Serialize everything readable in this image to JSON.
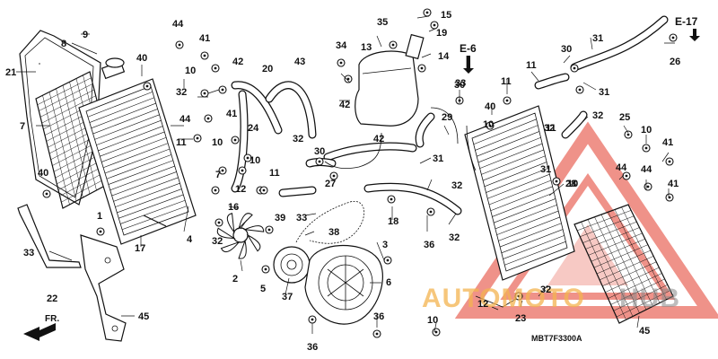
{
  "diagram": {
    "section_refs": [
      "E-17",
      "E-6"
    ],
    "drawing_code": "MBT7F3300A",
    "direction_label": "FR.",
    "watermark": {
      "part_a": "AUTOMOTO",
      "part_b": "HUB"
    },
    "callouts": [
      {
        "id": "c15",
        "text": "15"
      },
      {
        "id": "c35",
        "text": "35"
      },
      {
        "id": "c19",
        "text": "19"
      },
      {
        "id": "c44a",
        "text": "44"
      },
      {
        "id": "c9",
        "text": "9"
      },
      {
        "id": "c8",
        "text": "8"
      },
      {
        "id": "c21",
        "text": "21"
      },
      {
        "id": "c41a",
        "text": "41"
      },
      {
        "id": "c40a",
        "text": "40"
      },
      {
        "id": "c10a",
        "text": "10"
      },
      {
        "id": "c42a",
        "text": "42"
      },
      {
        "id": "c20",
        "text": "20"
      },
      {
        "id": "c43",
        "text": "43"
      },
      {
        "id": "c34",
        "text": "34"
      },
      {
        "id": "c13",
        "text": "13"
      },
      {
        "id": "c14",
        "text": "14"
      },
      {
        "id": "c32a",
        "text": "32"
      },
      {
        "id": "c7a",
        "text": "7"
      },
      {
        "id": "c44b",
        "text": "44"
      },
      {
        "id": "c41b",
        "text": "41"
      },
      {
        "id": "c24",
        "text": "24"
      },
      {
        "id": "c42b",
        "text": "42"
      },
      {
        "id": "c33a",
        "text": "33"
      },
      {
        "id": "c11a",
        "text": "11"
      },
      {
        "id": "c10b",
        "text": "10"
      },
      {
        "id": "c32b",
        "text": "32"
      },
      {
        "id": "c30a",
        "text": "30"
      },
      {
        "id": "c42c",
        "text": "42"
      },
      {
        "id": "c29",
        "text": "29"
      },
      {
        "id": "c31a",
        "text": "31"
      },
      {
        "id": "c11b",
        "text": "11"
      },
      {
        "id": "c40b",
        "text": "40"
      },
      {
        "id": "c10c",
        "text": "10"
      },
      {
        "id": "c32c",
        "text": "32"
      },
      {
        "id": "c31b",
        "text": "31"
      },
      {
        "id": "c12a",
        "text": "12"
      },
      {
        "id": "c33b",
        "text": "33"
      },
      {
        "id": "c27",
        "text": "27"
      },
      {
        "id": "c32d",
        "text": "32"
      },
      {
        "id": "c18",
        "text": "18"
      },
      {
        "id": "c4",
        "text": "4"
      },
      {
        "id": "c17",
        "text": "17"
      },
      {
        "id": "c1",
        "text": "1"
      },
      {
        "id": "c33c",
        "text": "33"
      },
      {
        "id": "c22",
        "text": "22"
      },
      {
        "id": "c45a",
        "text": "45"
      },
      {
        "id": "c16",
        "text": "16"
      },
      {
        "id": "c32e",
        "text": "32"
      },
      {
        "id": "c39",
        "text": "39"
      },
      {
        "id": "c38",
        "text": "38"
      },
      {
        "id": "c2",
        "text": "2"
      },
      {
        "id": "c5",
        "text": "5"
      },
      {
        "id": "c37",
        "text": "37"
      },
      {
        "id": "c6",
        "text": "6"
      },
      {
        "id": "c3",
        "text": "3"
      },
      {
        "id": "c36a",
        "text": "36"
      },
      {
        "id": "c36b",
        "text": "36"
      },
      {
        "id": "c36c",
        "text": "36"
      },
      {
        "id": "c32f",
        "text": "32"
      },
      {
        "id": "c28",
        "text": "28"
      },
      {
        "id": "c11c",
        "text": "11"
      },
      {
        "id": "c30b",
        "text": "30"
      },
      {
        "id": "c31c",
        "text": "31"
      },
      {
        "id": "c26",
        "text": "26"
      },
      {
        "id": "c31d",
        "text": "31"
      },
      {
        "id": "c32g",
        "text": "32"
      },
      {
        "id": "c25",
        "text": "25"
      },
      {
        "id": "c10d",
        "text": "10"
      },
      {
        "id": "c41c",
        "text": "41"
      },
      {
        "id": "c44c",
        "text": "44"
      },
      {
        "id": "c41d",
        "text": "41"
      },
      {
        "id": "c44d",
        "text": "44"
      },
      {
        "id": "c10e",
        "text": "10"
      },
      {
        "id": "c11d",
        "text": "11"
      },
      {
        "id": "c32h",
        "text": "32"
      },
      {
        "id": "c12b",
        "text": "12"
      },
      {
        "id": "c23",
        "text": "23"
      },
      {
        "id": "c10f",
        "text": "10"
      },
      {
        "id": "c45b",
        "text": "45"
      },
      {
        "id": "c7b",
        "text": "7"
      },
      {
        "id": "c40c",
        "text": "40"
      },
      {
        "id": "c10g",
        "text": "10"
      },
      {
        "id": "c11e",
        "text": "11"
      },
      {
        "id": "c30c",
        "text": "30"
      },
      {
        "id": "c33d",
        "text": "33"
      }
    ]
  },
  "colors": {
    "line": "#111111",
    "watermark_red": "#e23a2a",
    "watermark_orange": "#f4b450",
    "watermark_grey": "#888888"
  }
}
